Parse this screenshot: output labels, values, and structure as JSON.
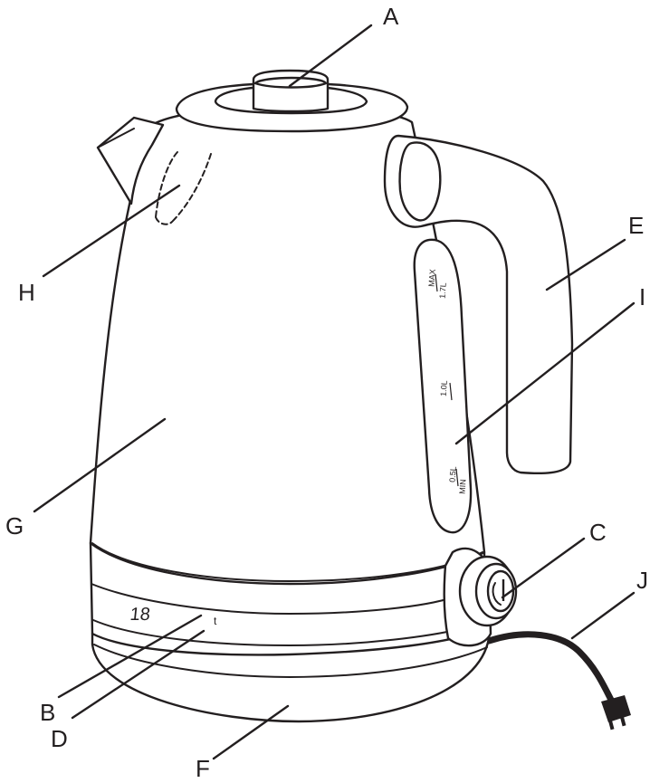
{
  "callouts": {
    "a": "A",
    "b": "B",
    "c": "C",
    "d": "D",
    "e": "E",
    "f": "F",
    "g": "G",
    "h": "H",
    "i": "I",
    "j": "J"
  },
  "water_gauge": {
    "max_top": "MAX",
    "max_bottom": "1.7L",
    "mid": "1.0L",
    "min_top": "0.5L",
    "min_bottom": "MIN"
  },
  "display": {
    "reading": "18",
    "unit": "t"
  }
}
